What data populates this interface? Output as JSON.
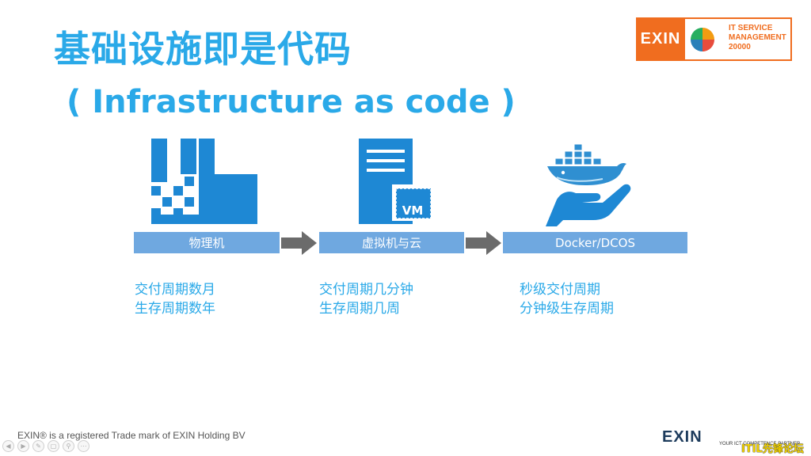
{
  "slide": {
    "title": "基础设施即是代码",
    "subtitle": "( Infrastructure as code )"
  },
  "logo": {
    "exin": "EXIN",
    "lines": [
      "IT SERVICE",
      "MANAGEMENT",
      "20000"
    ]
  },
  "stages": [
    {
      "label": "物理机",
      "desc": [
        "交付周期数月",
        "生存周期数年"
      ],
      "icon": "physical-server-icon"
    },
    {
      "label": "虚拟机与云",
      "desc": [
        "交付周期几分钟",
        "生存周期几周"
      ],
      "icon": "vm-server-icon"
    },
    {
      "label": "Docker/DCOS",
      "desc": [
        "秒级交付周期",
        "分钟级生存周期"
      ],
      "icon": "docker-whale-icon"
    }
  ],
  "vm_badge": "VM",
  "footer": {
    "trademark": "EXIN® is a registered Trade mark of EXIN Holding BV",
    "logo": "EXIN",
    "tagline": "YOUR ICT COMPETENCE PARTNER",
    "watermark": "ITIL先锋论坛"
  },
  "colors": {
    "title_blue": "#2aa9e8",
    "bar_blue": "#6fa8e0",
    "icon_blue": "#1e88d4",
    "arrow_gray": "#6b6b6b",
    "exin_orange": "#f06d1f"
  }
}
